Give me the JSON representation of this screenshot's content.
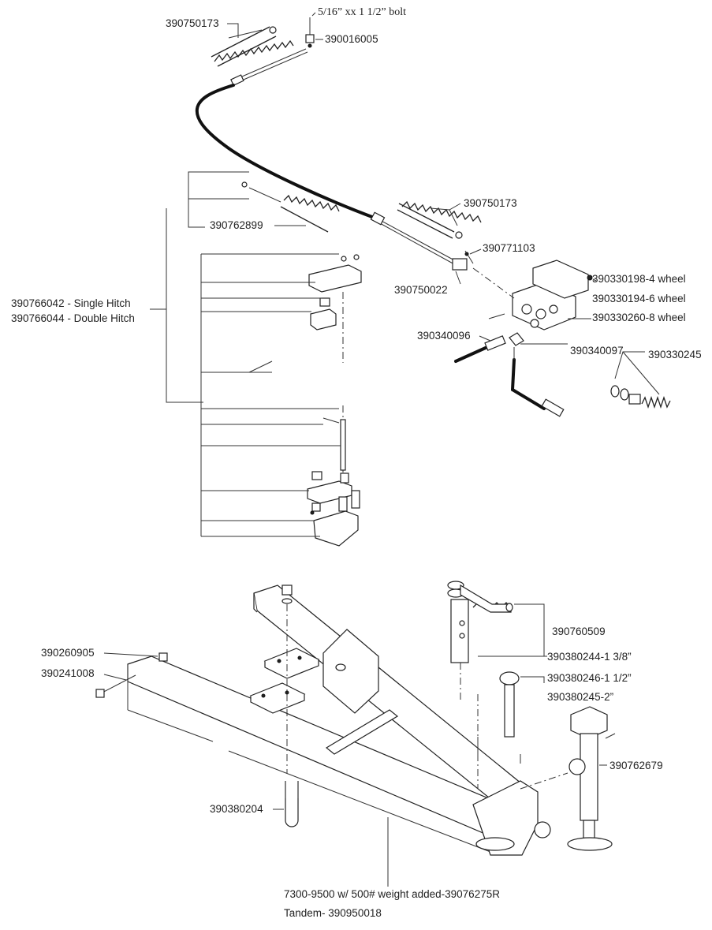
{
  "labels": {
    "p390750173_a": "390750173",
    "bolt": "5/16” xx 1 1/2” bolt",
    "p390016005": "390016005",
    "p390750173_b": "390750173",
    "p390762899": "390762899",
    "p390771103": "390771103",
    "p390750022": "390750022",
    "p390330198": "390330198-4 wheel",
    "p390330194": "390330194-6 wheel",
    "p390330260": "390330260-8 wheel",
    "p390340096": "390340096",
    "p390340097": "390340097",
    "p390330245": "390330245",
    "single_hitch": "390766042 - Single Hitch",
    "double_hitch": "390766044 - Double Hitch",
    "p390260905": "390260905",
    "p390241008": "390241008",
    "p390760509": "390760509",
    "p390380244": "390380244-1 3/8”",
    "p390380246": "390380246-1 1/2”",
    "p390380245": "390380245-2”",
    "p390762679": "390762679",
    "p390380204": "390380204",
    "weight_note": "7300-9500 w/ 500# weight added-39076275R",
    "tandem_note": "Tandem- 390950018"
  }
}
